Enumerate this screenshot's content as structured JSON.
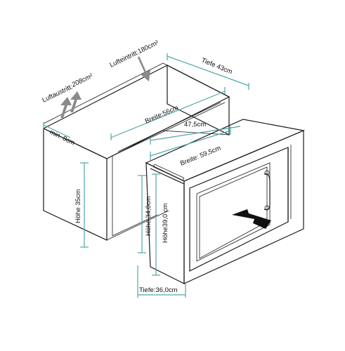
{
  "colors": {
    "dimension_line": "#4fa6a8",
    "outline": "#1a1a1a",
    "air_arrow": "#8a8a8a",
    "insert_arrow": "#111111"
  },
  "labels": {
    "air_intake": "Lufteintritt:180cm²",
    "air_outlet": "Luftaustritt:",
    "air_outlet_value": "208cm²",
    "cabinet_depth": "Tiefe 43cm",
    "cabinet_width": "Breite:56cm",
    "min_gap": "min. 8cm",
    "cabinet_height": "Höhe 35cm",
    "opening_depth": "47,5cm",
    "microwave_width": "Breite: 59,5cm",
    "microwave_body_height": "Höhe 34,0cm",
    "microwave_total_height": "Höhe39,0 cm",
    "microwave_depth": "Tiefe:36,0cm"
  },
  "icons": [
    "air-intake-arrow-icon",
    "air-outlet-arrows-icon",
    "insert-direction-arrow-icon"
  ]
}
